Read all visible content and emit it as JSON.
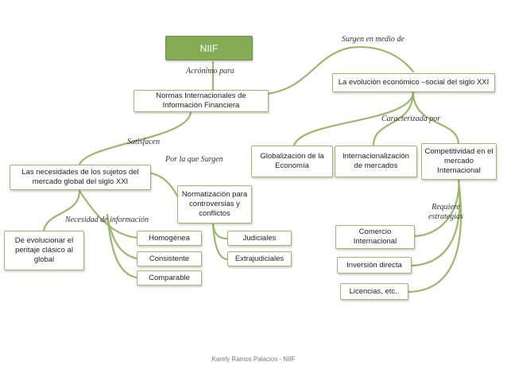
{
  "title": "NIIF",
  "nodes": {
    "niif": "NIIF",
    "normas": "Normas Internacionales de Información Financiera",
    "evolucion": "La evolución económico –social del siglo XXI",
    "globalizacion": "Globalización de la Economía",
    "internacionalizacion": "Internacionalización de mercados",
    "competitividad": "Competitividad en el mercado Internacional",
    "necesidades": "Las necesidades de los sujetos del mercado global del siglo XXI",
    "normatizacion": "Normatización para controversias y conflictos",
    "evolucionar": "De evolucionar el peritaje clásico al global",
    "homogenea": "Homogénea",
    "consistente": "Consistente",
    "comparable": "Comparable",
    "judiciales": "Judiciales",
    "extrajudiciales": "Extrajudiciales",
    "comercio": "Comercio Internacional",
    "inversion": "Inversión directa",
    "licencias": "Licencias, etc.."
  },
  "labels": {
    "acronimo": "Acrónimo para",
    "surgen": "Surgen en medio de",
    "caracterizada": "Caracterizada por",
    "satisfacen": "Satisfacen",
    "por_la_que": "Por la que Surgen",
    "necesidad": "Necesidad de información",
    "requiere": "Requiere estrategias"
  },
  "footer": "Karely Ramos Palacios - NIIF",
  "colors": {
    "title_fill": "#86ab55",
    "node_border": "#9cb86a",
    "connector": "#9cb86a"
  }
}
